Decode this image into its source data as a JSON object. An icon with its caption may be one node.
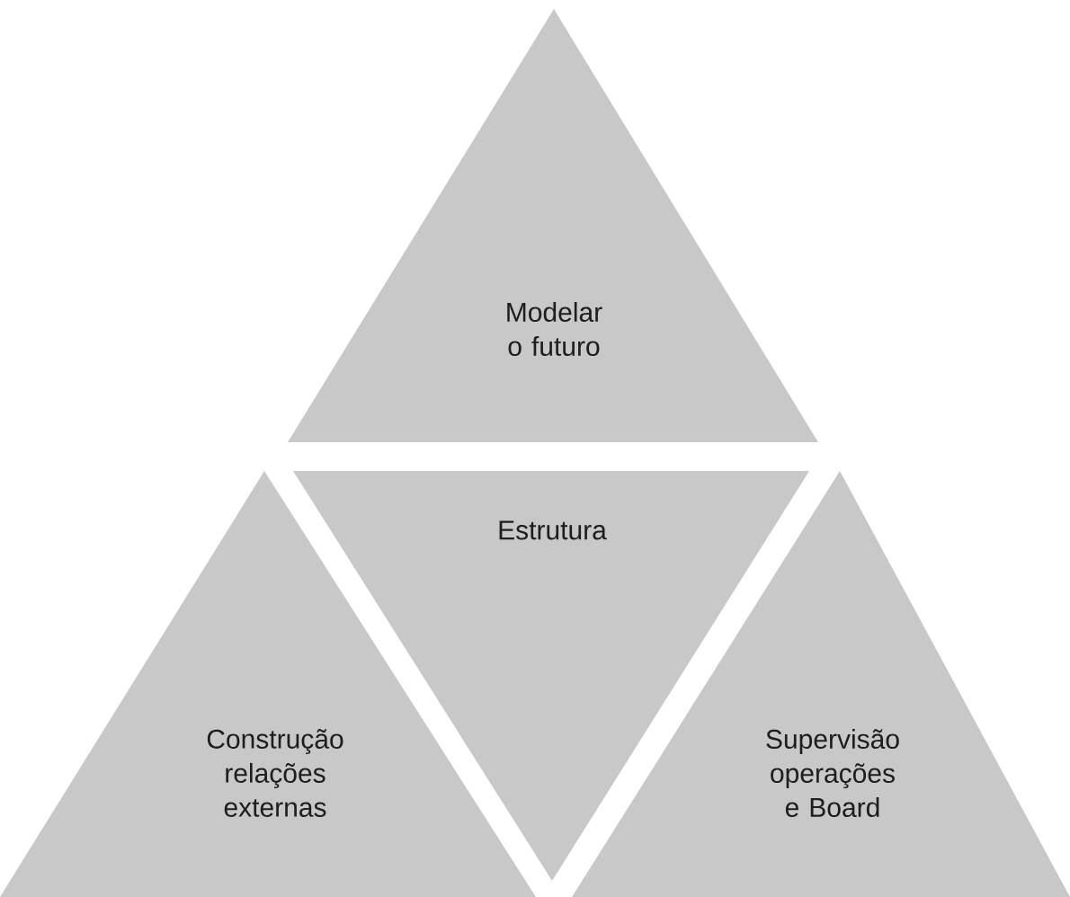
{
  "diagram": {
    "nodes": [
      {
        "text": [
          "Modelar o futuro"
        ]
      },
      {
        "text": [
          "Estrutura"
        ]
      },
      {
        "text": [
          "Construção relações externas"
        ]
      },
      {
        "text": [
          "Supervisão operações e Board"
        ]
      }
    ]
  }
}
